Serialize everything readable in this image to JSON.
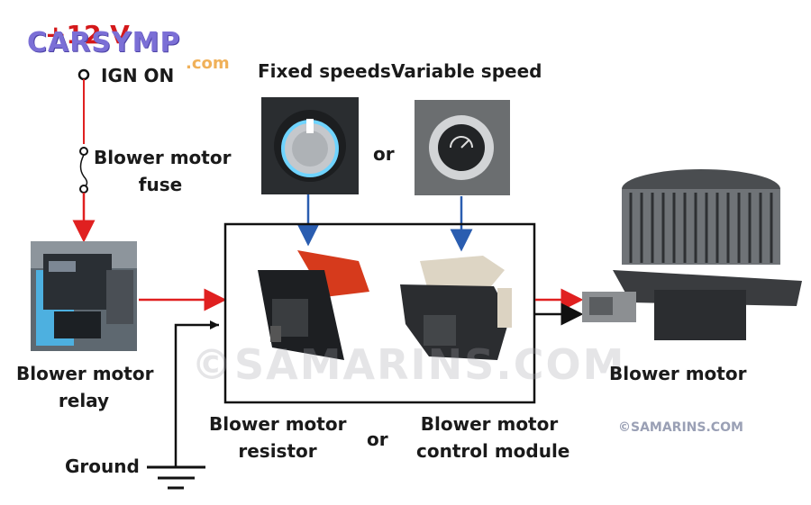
{
  "logo": {
    "main": "CARSYMP",
    "sub": ".com"
  },
  "supply": {
    "voltage": "+12 V",
    "ign": "IGN ON"
  },
  "fuse": {
    "line1": "Blower motor",
    "line2": "fuse"
  },
  "relay": {
    "line1": "Blower motor",
    "line2": "relay"
  },
  "controls": {
    "fixed": "Fixed speeds",
    "or": "or",
    "variable": "Variable speed"
  },
  "resistor": {
    "line1": "Blower motor",
    "line2": "resistor"
  },
  "module": {
    "line1": "Blower motor",
    "line2": "control module"
  },
  "middle_or": "or",
  "motor": "Blower motor",
  "ground": "Ground",
  "watermark": "©SAMARINS.COM",
  "credit": "©SAMARINS.COM",
  "colors": {
    "positive_wire": "#e02020",
    "signal_arrow": "#2a5db0",
    "ground_wire": "#111111"
  }
}
